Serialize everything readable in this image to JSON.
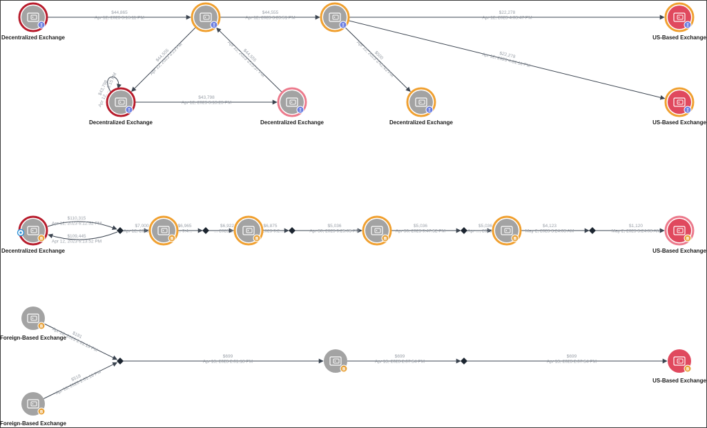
{
  "nodes": [
    {
      "id": "A1",
      "label": "Decentralized Exchange",
      "ring": "red",
      "fill": "gray",
      "badge": "eth"
    },
    {
      "id": "A2",
      "label": "",
      "ring": "orange",
      "fill": "gray",
      "badge": "eth"
    },
    {
      "id": "A3",
      "label": "",
      "ring": "orange",
      "fill": "gray",
      "badge": "eth"
    },
    {
      "id": "A4",
      "label": "US-Based Exchange",
      "ring": "orange",
      "fill": "red",
      "badge": "eth"
    },
    {
      "id": "A5",
      "label": "Decentralized Exchange",
      "ring": "red",
      "fill": "gray",
      "badge": "eth"
    },
    {
      "id": "A6",
      "label": "Decentralized Exchange",
      "ring": "pink",
      "fill": "gray",
      "badge": "eth"
    },
    {
      "id": "A7",
      "label": "Decentralized Exchange",
      "ring": "orange",
      "fill": "gray",
      "badge": "eth"
    },
    {
      "id": "A8",
      "label": "US-Based Exchange",
      "ring": "orange",
      "fill": "red",
      "badge": "eth"
    },
    {
      "id": "B1",
      "label": "Decentralized Exchange",
      "ring": "red",
      "fill": "gray",
      "badge": "btc",
      "flag": true
    },
    {
      "id": "B2",
      "label": "",
      "ring": "orange",
      "fill": "gray",
      "badge": "btc"
    },
    {
      "id": "B3",
      "label": "",
      "ring": "orange",
      "fill": "gray",
      "badge": "btc"
    },
    {
      "id": "B4",
      "label": "",
      "ring": "orange",
      "fill": "gray",
      "badge": "btc"
    },
    {
      "id": "B5",
      "label": "",
      "ring": "orange",
      "fill": "gray",
      "badge": "btc"
    },
    {
      "id": "B6",
      "label": "US-Based Exchange",
      "ring": "pink",
      "fill": "red",
      "badge": "btc"
    },
    {
      "id": "C1",
      "label": "Foreign-Based Exchange",
      "ring": "none",
      "fill": "gray",
      "badge": "btc"
    },
    {
      "id": "C2",
      "label": "Foreign-Based Exchange",
      "ring": "none",
      "fill": "gray",
      "badge": "btc"
    },
    {
      "id": "C3",
      "label": "",
      "ring": "none",
      "fill": "gray",
      "badge": "btc"
    },
    {
      "id": "C4",
      "label": "US-Based Exchange",
      "ring": "none",
      "fill": "red",
      "badge": "btc"
    }
  ],
  "edges": [
    {
      "from": "A1",
      "to": "A2",
      "amount": "$44,865",
      "time": "Apr 12, 2023 3:16:11 PM"
    },
    {
      "from": "A2",
      "to": "A3",
      "amount": "$44,555",
      "time": "Apr 12, 2023 3:28:51 PM"
    },
    {
      "from": "A3",
      "to": "A4",
      "amount": "$22,278",
      "time": "Apr 12, 2023 4:08:47 PM"
    },
    {
      "from": "A3",
      "to": "A7",
      "amount": "$500",
      "time": "Apr 12, 2023 3:42:43 PM"
    },
    {
      "from": "A3",
      "to": "A8",
      "amount": "$22,278",
      "time": "Apr 12, 2023 4:31:11 PM"
    },
    {
      "from": "A2",
      "to": "A5",
      "amount": "$44,555",
      "time": "Apr 12, 2023 3:23 PM"
    },
    {
      "from": "A5",
      "to": "A6",
      "amount": "$43,798",
      "time": "Apr 12, 2023 3:18:23 PM"
    },
    {
      "from": "A6",
      "to": "A2",
      "amount": "$44,555",
      "time": "Apr 12, 2023 3:25:37 PM"
    },
    {
      "from": "A5",
      "to": "A5",
      "amount": "$43,798",
      "time": "Apr 12, ... 3:15 PM"
    },
    {
      "from": "B1",
      "to": "J1",
      "amount": "$110,315",
      "time": "Apr 12, 2023 6:12:52 PM"
    },
    {
      "from": "J1",
      "to": "B1",
      "amount": "$109,445",
      "time": "Apr 12, 2023 6:13:52 PM"
    },
    {
      "from": "J1",
      "to": "B2",
      "amount": "$7,000",
      "time": "Apr 12, 2023 6:1..."
    },
    {
      "from": "B2",
      "to": "J2",
      "amount": "$6,965",
      "time": "... 9:4..."
    },
    {
      "from": "J2",
      "to": "B3",
      "amount": "$6,922",
      "time": "... 2023 9:4..."
    },
    {
      "from": "B3",
      "to": "J3",
      "amount": "$6,875",
      "time": "... 2023 9:2..."
    },
    {
      "from": "J3",
      "to": "B4",
      "amount": "$5,036",
      "time": "Apr 30, 2023 9:25:05 PM"
    },
    {
      "from": "B4",
      "to": "J4",
      "amount": "$5,036",
      "time": "Apr 30, 2023 9:47:52 PM"
    },
    {
      "from": "J4",
      "to": "B5",
      "amount": "$5,036",
      "time": "Apr ..., 2023 9:4..."
    },
    {
      "from": "B5",
      "to": "J5",
      "amount": "$4,123",
      "time": "May 2, 2023 3:24:08 AM"
    },
    {
      "from": "J5",
      "to": "B6",
      "amount": "$1,120",
      "time": "May 2, 2023 3:24:08 AM"
    },
    {
      "from": "C1",
      "to": "J6",
      "amount": "$181",
      "time": "Apr 18, 2023 2:01:18 PM"
    },
    {
      "from": "C2",
      "to": "J6",
      "amount": "$518",
      "time": "Apr 18, 2023 2:01:18 PM"
    },
    {
      "from": "J6",
      "to": "C3",
      "amount": "$699",
      "time": "Apr 18, 2023 2:01:18 PM"
    },
    {
      "from": "C3",
      "to": "J7",
      "amount": "$699",
      "time": "Apr 18, 2023 2:07:54 PM"
    },
    {
      "from": "J7",
      "to": "C4",
      "amount": "$699",
      "time": "Apr 18, 2023 2:07:54 PM"
    }
  ],
  "colors": {
    "ring_red": "#b71c2c",
    "ring_orange": "#f0a030",
    "ring_pink": "#ec7a8c",
    "node_gray": "#a3a3a3",
    "node_red": "#e0495e",
    "badge_eth": "#6b7ee0",
    "badge_btc": "#e8a23a",
    "flag": "#2b8fd6",
    "edge": "#3b4450",
    "edge_text": "#9aa0a8"
  }
}
